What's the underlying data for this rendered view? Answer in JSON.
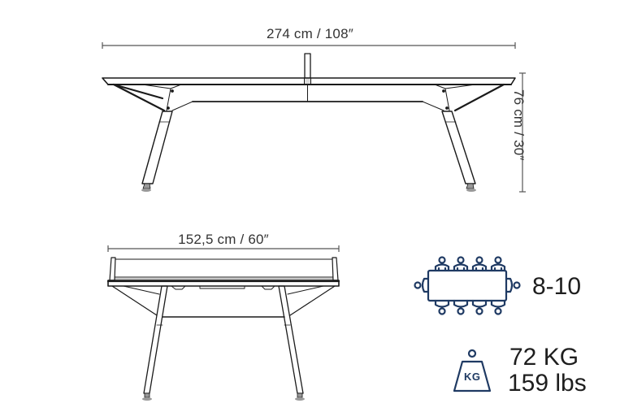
{
  "dimensions": {
    "length": "274 cm / 108″",
    "height": "76 cm / 30″",
    "width": "152,5 cm / 60″"
  },
  "specs": {
    "capacity": "8-10",
    "capacity_icon": "people-around-table-icon",
    "weight_kg": "72 KG",
    "weight_lbs": "159 lbs",
    "weight_icon": "kg-weight-icon",
    "weight_icon_text": "KG"
  },
  "colors": {
    "line": "#1a1a1a",
    "dimension_line": "#555555",
    "icon_blue": "#1f3a63"
  }
}
